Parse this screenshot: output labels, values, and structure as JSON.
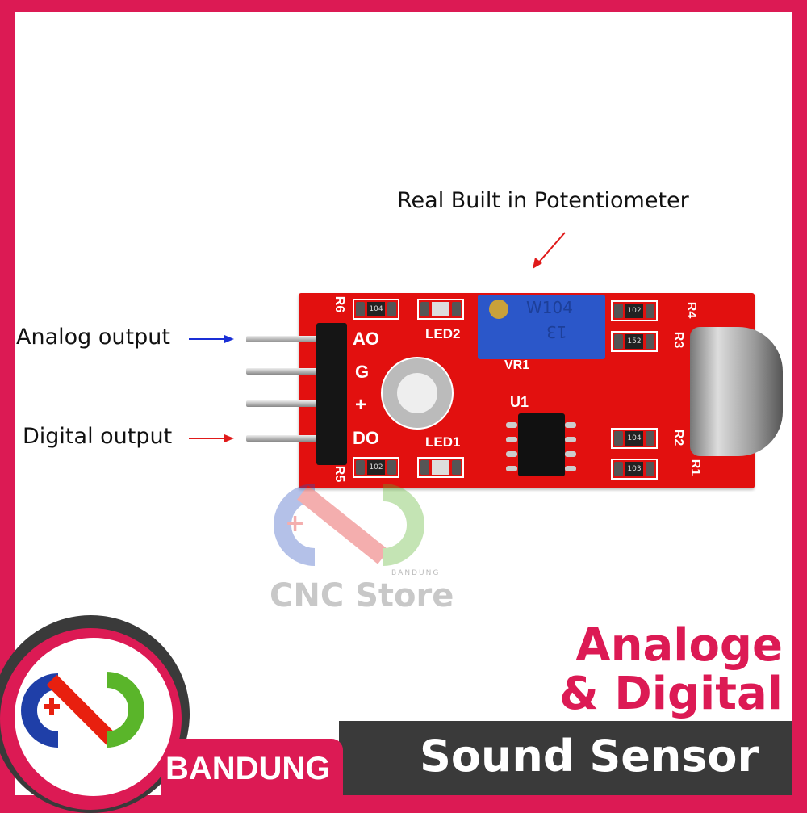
{
  "annotations": {
    "potentiometer": "Real Built in Potentiometer",
    "analog": "Analog output",
    "digital": "Digital output"
  },
  "board": {
    "pins": [
      "AO",
      "G",
      "+",
      "DO"
    ],
    "silkscreen": {
      "led2": "LED2",
      "led1": "LED1",
      "vr1": "VR1",
      "u1": "U1",
      "r1": "R1",
      "r2": "R2",
      "r3": "R3",
      "r4": "R4",
      "r5": "R5",
      "r6": "R6"
    },
    "resistors": {
      "r6": "104",
      "r5": "102",
      "r4": "102",
      "r3": "152",
      "r2": "104",
      "r1": "103"
    },
    "pot_marking": [
      "W104",
      "13"
    ]
  },
  "watermark": {
    "brand": "CNC Store",
    "sub": "BANDUNG"
  },
  "banner": {
    "headline_1": "Analoge",
    "headline_2": "& Digital",
    "product": "Sound Sensor",
    "city": "BANDUNG"
  },
  "colors": {
    "brand": "#dc1a54",
    "dark": "#3a3a3a",
    "board": "#e2100f",
    "arrow_blue": "#1a2fd6",
    "arrow_red": "#e01a1a"
  }
}
